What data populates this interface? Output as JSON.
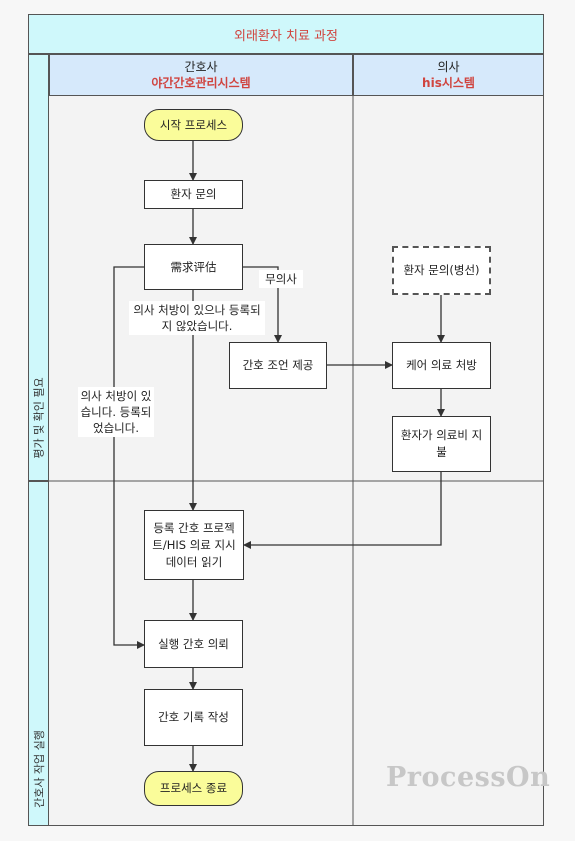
{
  "title": "외래환자 치료 과정",
  "lanes": [
    {
      "role": "간호사",
      "system": "야간간호관리시스템"
    },
    {
      "role": "의사",
      "system": "his시스템"
    }
  ],
  "rows": [
    {
      "label": "평가 및 확인 필요"
    },
    {
      "label": "간호사 작업 실행"
    }
  ],
  "nodes": {
    "start": "시작 프로세스",
    "patient_inquiry": "환자 문의",
    "assessment": "需求评估",
    "nurse_advice": "간호 조언 제공",
    "patient_inquiry_ward": "환자 문의(병선)",
    "care_treatment": "케어 의료 처방",
    "patient_pays": "환자가 의료비 지불",
    "register_project": "등록 간호 프로젝트/HIS 의료 지시 데이터 읽기",
    "execute_care": "실행 간호 의뢰",
    "write_record": "간호 기록 작성",
    "end": "프로세스 종료"
  },
  "edge_labels": {
    "no_doctor": "무의사",
    "not_registered": "의사 처방이 있으나 등록되지 않았습니다.",
    "registered": "의사 처방이 있습니다. 등록되었습니다."
  },
  "watermark": "ProcessOn"
}
